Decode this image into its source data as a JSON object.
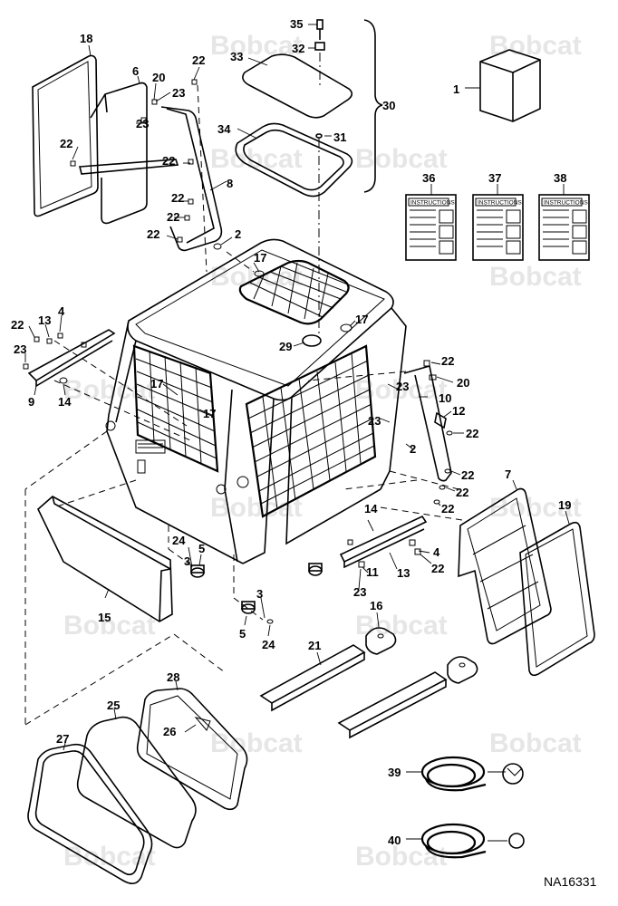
{
  "brand": "Bobcat",
  "drawing_number": "NA16331",
  "manual_sheet_title": "INSTRUCTIONS",
  "callouts": {
    "c1": "1",
    "c2a": "2",
    "c2b": "2",
    "c3a": "3",
    "c3b": "3",
    "c4a": "4",
    "c4b": "4",
    "c5a": "5",
    "c5b": "5",
    "c6": "6",
    "c7": "7",
    "c8": "8",
    "c9": "9",
    "c10": "10",
    "c11": "11",
    "c12": "12",
    "c13a": "13",
    "c13b": "13",
    "c14a": "14",
    "c14b": "14",
    "c15": "15",
    "c16": "16",
    "c17a": "17",
    "c17b": "17",
    "c17c": "17",
    "c17d": "17",
    "c18": "18",
    "c19": "19",
    "c20a": "20",
    "c20b": "20",
    "c21": "21",
    "c22a": "22",
    "c22b": "22",
    "c22c": "22",
    "c22d": "22",
    "c22e": "22",
    "c22f": "22",
    "c22g": "22",
    "c22h": "22",
    "c22i": "22",
    "c22j": "22",
    "c22k": "22",
    "c22l": "22",
    "c22m": "22",
    "c23a": "23",
    "c23b": "23",
    "c23c": "23",
    "c23d": "23",
    "c23e": "23",
    "c23f": "23",
    "c24a": "24",
    "c24b": "24",
    "c25": "25",
    "c26": "26",
    "c27": "27",
    "c28": "28",
    "c29": "29",
    "c30": "30",
    "c31": "31",
    "c32": "32",
    "c33": "33",
    "c34": "34",
    "c35": "35",
    "c36": "36",
    "c37": "37",
    "c38": "38",
    "c39": "39",
    "c40": "40"
  }
}
